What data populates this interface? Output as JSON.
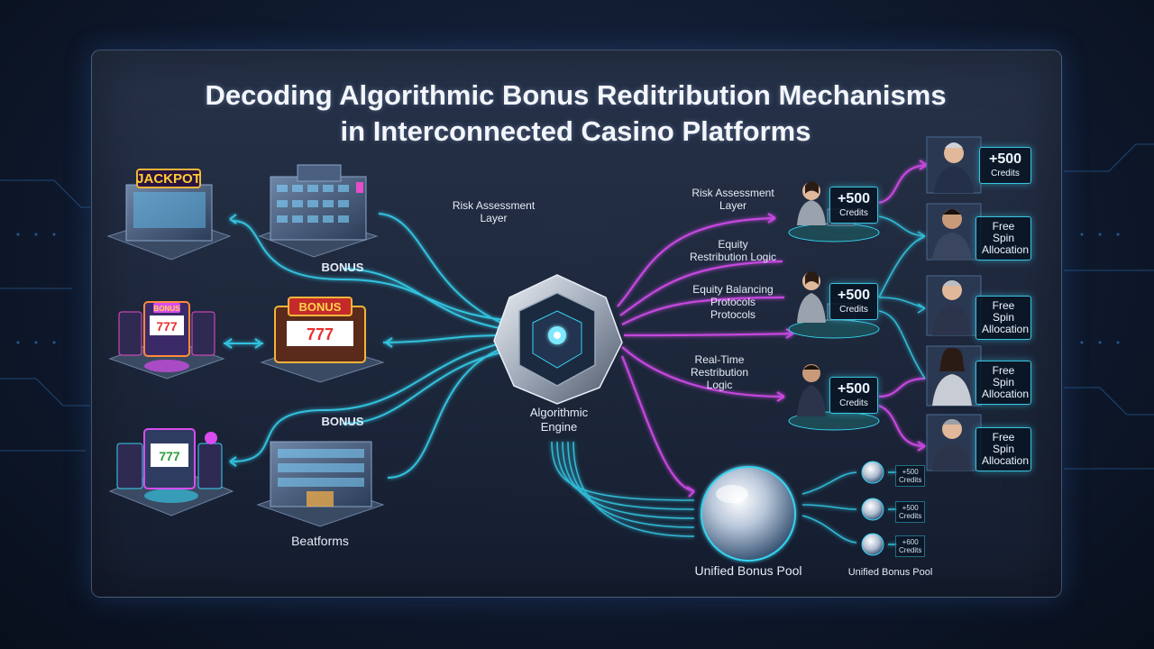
{
  "title_line1": "Decoding Algorithmic Bonus Reditribution Mechanisms",
  "title_line2": "in Interconnected Casino Platforms",
  "casinos": {
    "jackpot_sign": "JACKPOT",
    "bonus_sign": "BONUS",
    "slot_sign": "BONUS"
  },
  "left_labels": {
    "bonus_upper": "BONUS",
    "bonus_lower": "BONUS",
    "platforms": "Beatforms"
  },
  "engine": {
    "label_line1": "Algorithmic",
    "label_line2": "Engine"
  },
  "layers": {
    "risk_top_line1": "Risk Assessment",
    "risk_top_line2": "Layer",
    "risk_right_line1": "Risk Assessment",
    "risk_right_line2": "Layer",
    "equity_logic_line1": "Equity",
    "equity_logic_line2": "Restribution Logic",
    "balancing_line1": "Equity Balancing",
    "balancing_line2": "Protocols",
    "balancing_line3": "Protocols",
    "realtime_line1": "Real-Time",
    "realtime_line2": "Restribution",
    "realtime_line3": "Logic"
  },
  "agent_badges": [
    {
      "big": "+500",
      "small": "Credits"
    },
    {
      "big": "+500",
      "small": "Credits"
    },
    {
      "big": "+500",
      "small": "Credits"
    }
  ],
  "player_badges": [
    {
      "big": "+500",
      "small": "Credits"
    },
    {
      "line1": "Free Spin",
      "line2": "Allocation"
    },
    {
      "line1": "Free Spin",
      "line2": "Allocation"
    },
    {
      "line1": "Free Spin",
      "line2": "Allocation"
    },
    {
      "line1": "Free Spin",
      "line2": "Allocation"
    }
  ],
  "pool": {
    "label": "Unified Bonus Pool",
    "label_small": "Unified Bonus Pool",
    "mini": [
      {
        "line1": "+500",
        "line2": "Credits"
      },
      {
        "line1": "+500",
        "line2": "Credits"
      },
      {
        "line1": "+600",
        "line2": "Credits"
      }
    ]
  },
  "colors": {
    "cyan": "#36d3f0",
    "magenta": "#d84cf0",
    "panel_border": "#8fa9d4"
  }
}
